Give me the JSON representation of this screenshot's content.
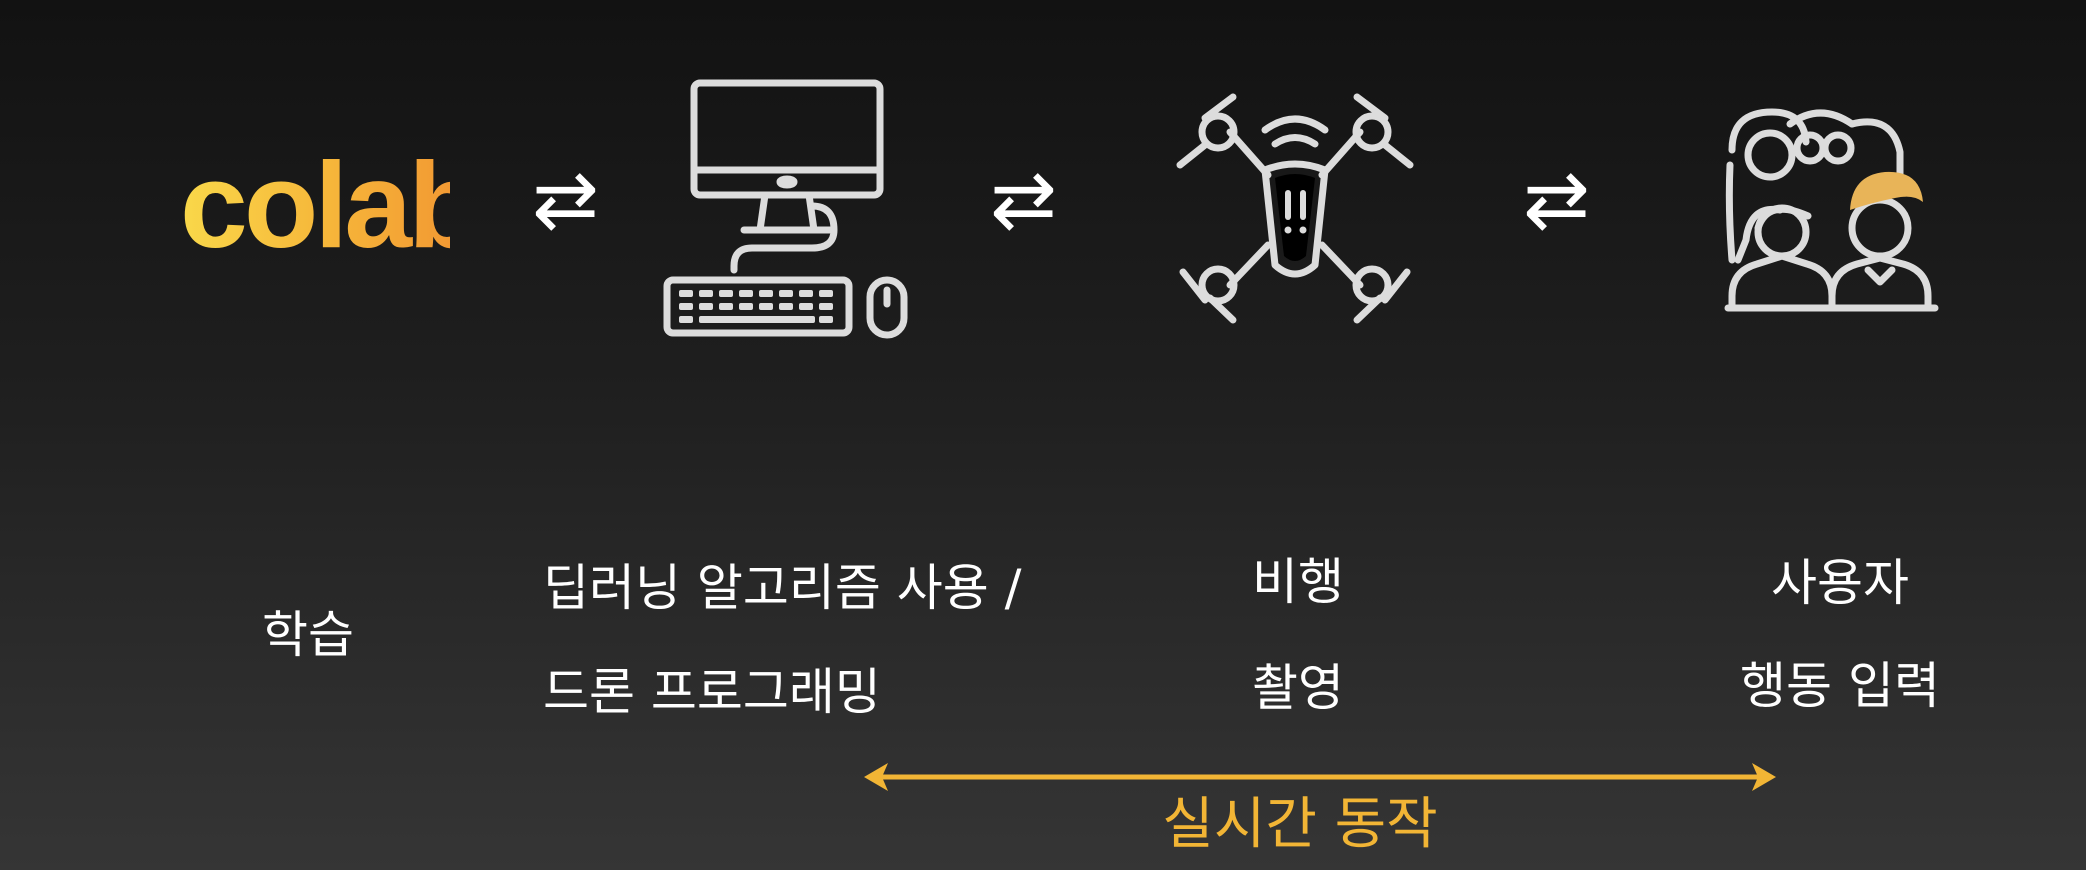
{
  "logo": {
    "text": "colab"
  },
  "arrows": [
    "⇄",
    "⇄",
    "⇄"
  ],
  "icons": [
    "computer-icon",
    "drone-icon",
    "people-group-icon"
  ],
  "labels": {
    "train": "학습",
    "algo_line1": "딥러닝 알고리즘 사용 /",
    "algo_line2": "드론 프로그래밍",
    "flight_line1": "비행",
    "flight_line2": "촬영",
    "user_line1": "사용자",
    "user_line2": "행동 입력"
  },
  "realtime": {
    "text": "실시간 동작"
  },
  "colors": {
    "background": "#1a1a1a",
    "accent": "#f2b535",
    "icon_stroke": "#dcdcdc",
    "highlight_hair": "#e8b458"
  }
}
